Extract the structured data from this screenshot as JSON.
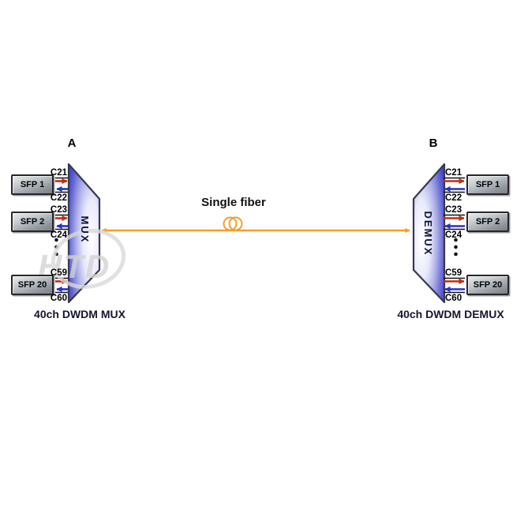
{
  "nodes": {
    "a": {
      "letter": "A",
      "device_label": "MUX",
      "caption": "40ch DWDM MUX"
    },
    "b": {
      "letter": "B",
      "device_label": "DEMUX",
      "caption": "40ch DWDM DEMUX"
    }
  },
  "fiber": {
    "label": "Single fiber"
  },
  "ports": [
    {
      "sfp": "SFP 1",
      "tx": "C21",
      "rx": "C22"
    },
    {
      "sfp": "SFP 2",
      "tx": "C23",
      "rx": "C24"
    },
    {
      "sfp": "SFP 20",
      "tx": "C59",
      "rx": "C60"
    }
  ],
  "watermark": {
    "text": "HTD"
  },
  "colors": {
    "tx_arrow": "#c22b12",
    "rx_arrow": "#2531cd",
    "fiber_line": "#f59d2f",
    "device_dark": "#3b3ec0",
    "device_border": "#383852",
    "sfp_border": "#26262b"
  }
}
